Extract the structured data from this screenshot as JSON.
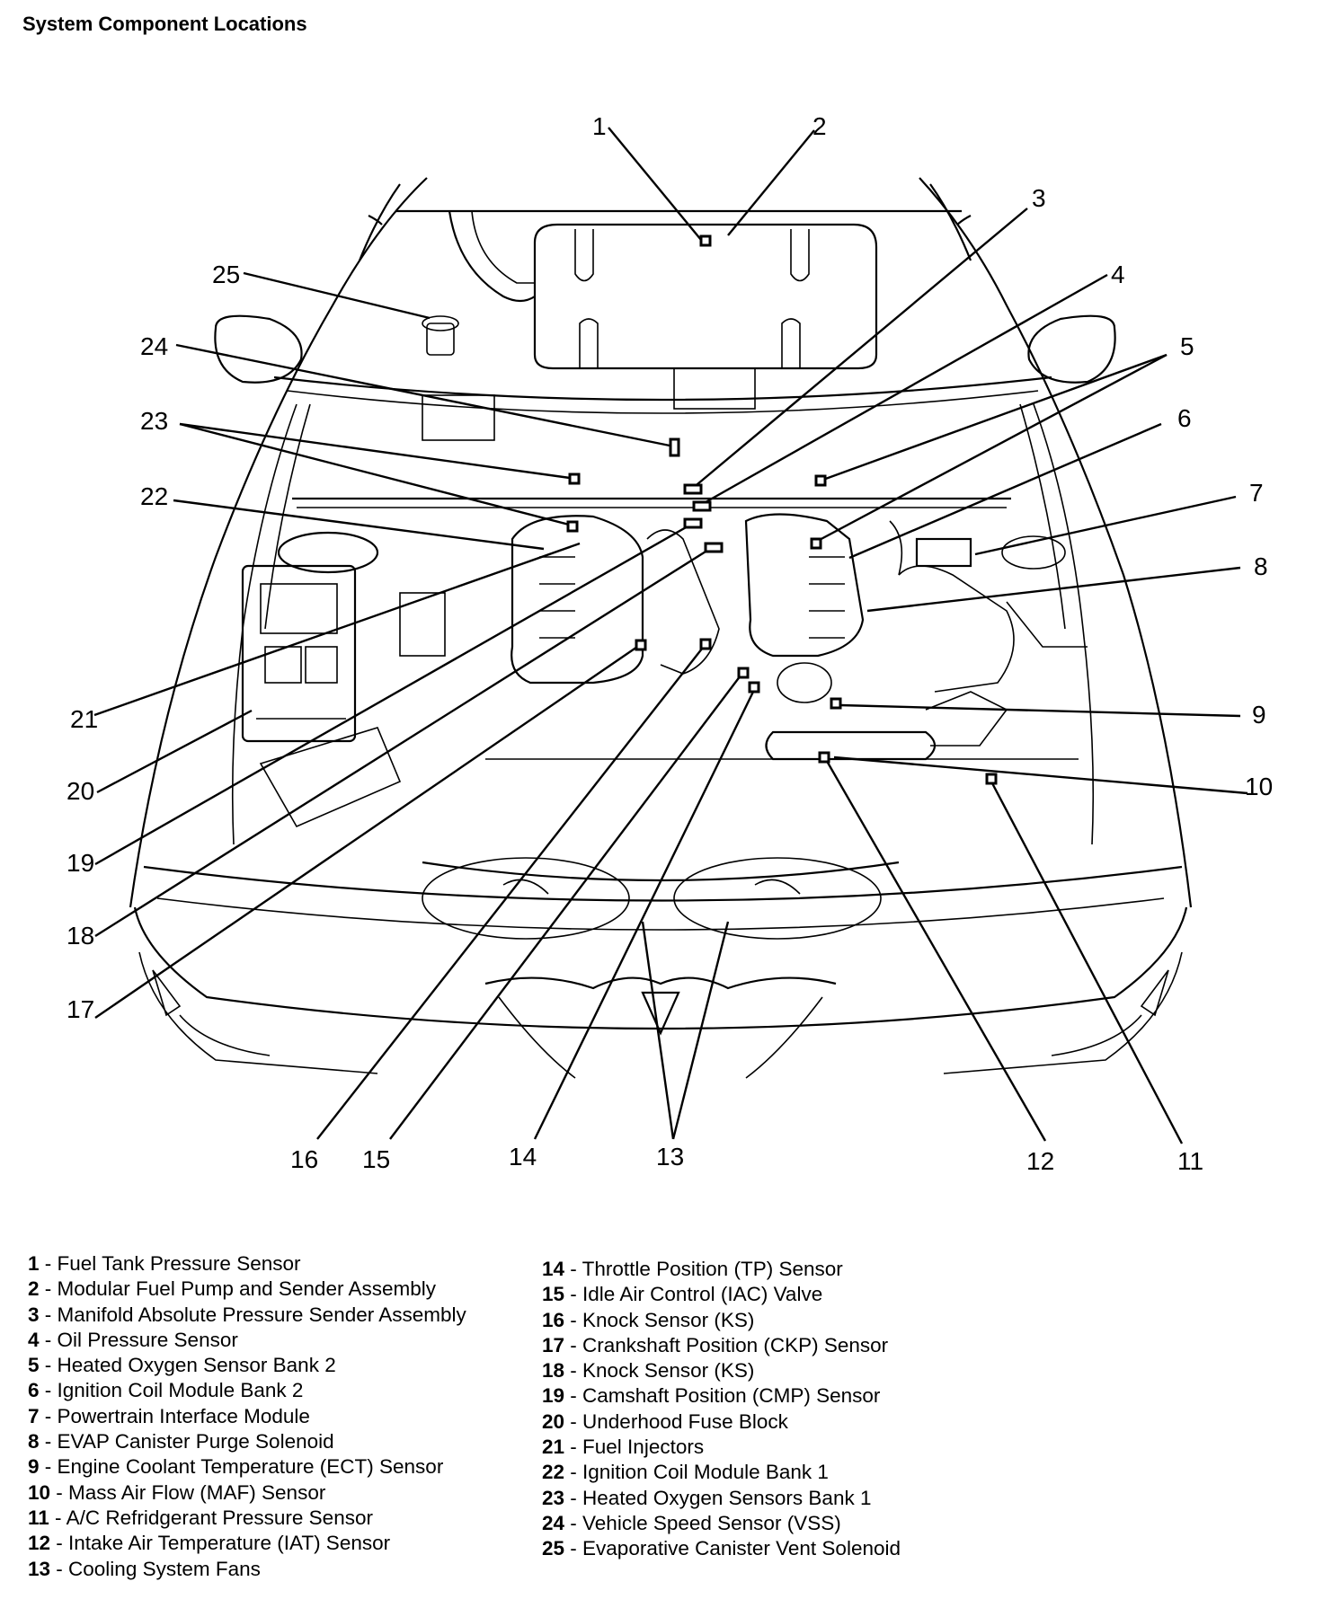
{
  "title": "System Component Locations",
  "callouts": [
    "1",
    "2",
    "3",
    "4",
    "5",
    "6",
    "7",
    "8",
    "9",
    "10",
    "11",
    "12",
    "13",
    "14",
    "15",
    "16",
    "17",
    "18",
    "19",
    "20",
    "21",
    "22",
    "23",
    "24",
    "25"
  ],
  "legend": [
    {
      "num": "1",
      "text": "Fuel Tank Pressure Sensor"
    },
    {
      "num": "2",
      "text": "Modular Fuel Pump and Sender Assembly"
    },
    {
      "num": "3",
      "text": "Manifold Absolute Pressure Sender Assembly"
    },
    {
      "num": "4",
      "text": "Oil Pressure Sensor"
    },
    {
      "num": "5",
      "text": "Heated Oxygen Sensor Bank 2"
    },
    {
      "num": "6",
      "text": "Ignition Coil Module Bank 2"
    },
    {
      "num": "7",
      "text": "Powertrain Interface Module"
    },
    {
      "num": "8",
      "text": "EVAP Canister Purge Solenoid"
    },
    {
      "num": "9",
      "text": "Engine Coolant Temperature (ECT) Sensor"
    },
    {
      "num": "10",
      "text": "Mass Air Flow (MAF) Sensor"
    },
    {
      "num": "11",
      "text": "A/C Refridgerant Pressure Sensor"
    },
    {
      "num": "12",
      "text": "Intake Air Temperature (IAT) Sensor"
    },
    {
      "num": "13",
      "text": "Cooling System Fans"
    },
    {
      "num": "14",
      "text": "Throttle Position (TP) Sensor"
    },
    {
      "num": "15",
      "text": "Idle Air Control (IAC) Valve"
    },
    {
      "num": "16",
      "text": "Knock Sensor (KS)"
    },
    {
      "num": "17",
      "text": "Crankshaft Position (CKP) Sensor"
    },
    {
      "num": "18",
      "text": "Knock Sensor (KS)"
    },
    {
      "num": "19",
      "text": "Camshaft Position (CMP) Sensor"
    },
    {
      "num": "20",
      "text": "Underhood Fuse Block"
    },
    {
      "num": "21",
      "text": "Fuel Injectors"
    },
    {
      "num": "22",
      "text": "Ignition Coil Module Bank 1"
    },
    {
      "num": "23",
      "text": "Heated Oxygen Sensors Bank 1"
    },
    {
      "num": "24",
      "text": "Vehicle Speed Sensor (VSS)"
    },
    {
      "num": "25",
      "text": "Evaporative Canister Vent Solenoid"
    }
  ]
}
